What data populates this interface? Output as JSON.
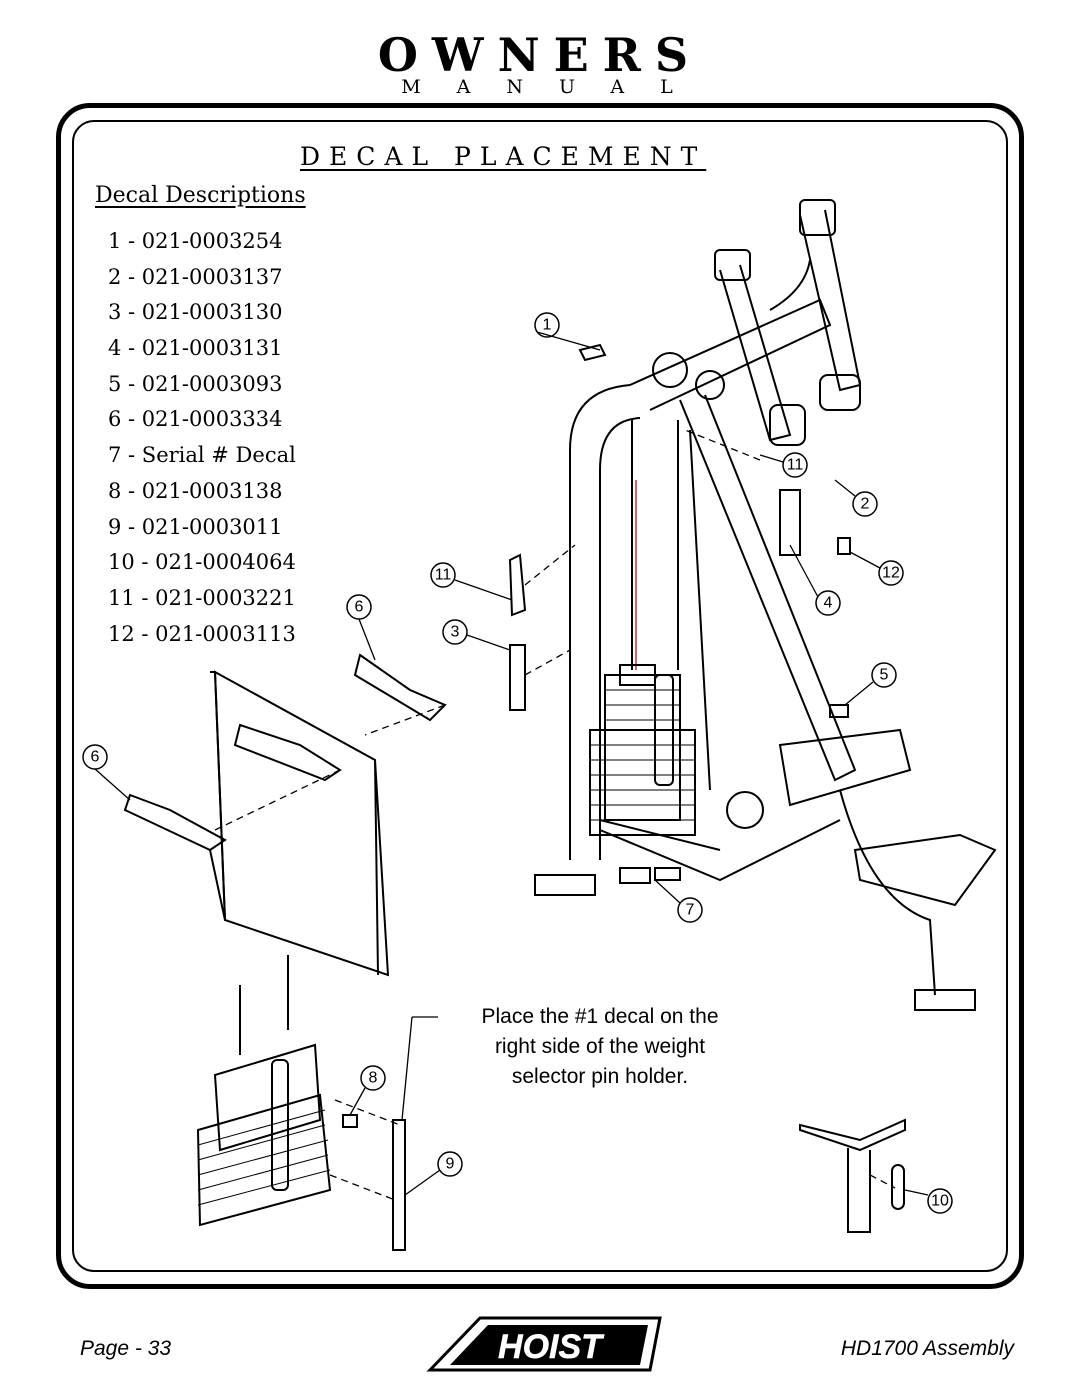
{
  "header": {
    "owners": "OWNERS",
    "manual": "MANUAL"
  },
  "section_title": "DECAL PLACEMENT",
  "descriptions_title": "Decal Descriptions",
  "decals": [
    "1 - 021-0003254",
    "2 - 021-0003137",
    "3 - 021-0003130",
    "4 - 021-0003131",
    "5 - 021-0003093",
    "6 - 021-0003334",
    "7 - Serial # Decal",
    "8 - 021-0003138",
    "9 - 021-0003011",
    "10 - 021-0004064",
    "11 - 021-0003221",
    "12 - 021-0003113"
  ],
  "callouts": [
    "1",
    "2",
    "3",
    "4",
    "5",
    "6",
    "6",
    "7",
    "8",
    "9",
    "10",
    "11",
    "11",
    "12"
  ],
  "note": {
    "line1": "Place the #1 decal on the",
    "line2": "right side of the weight",
    "line3": "selector pin holder."
  },
  "footer": {
    "page": "Page - 33",
    "logo": "HOIST",
    "model": "HD1700 Assembly"
  }
}
